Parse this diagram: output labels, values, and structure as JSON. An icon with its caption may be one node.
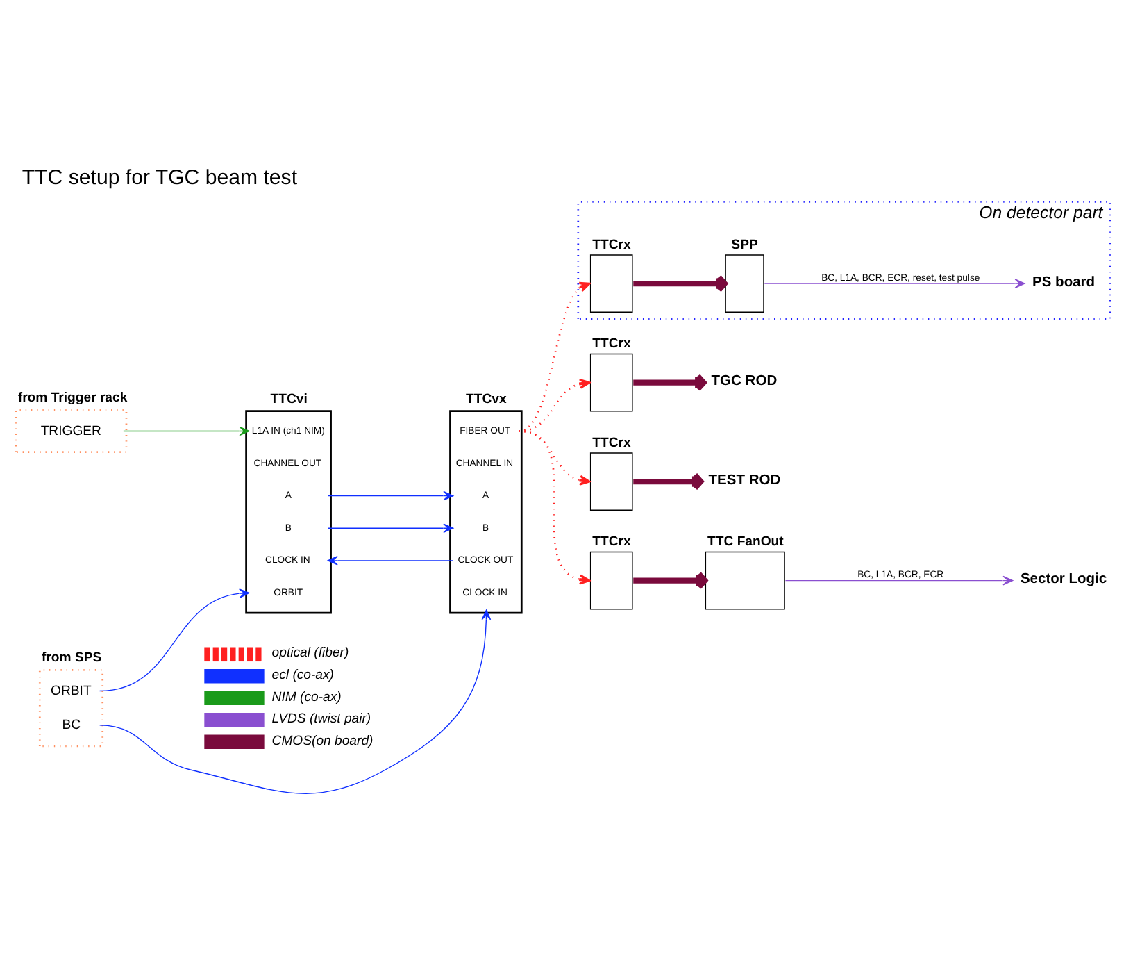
{
  "diagram": {
    "title": "TTC setup for TGC beam test",
    "nodes": [
      {
        "text": [
          "On detector part"
        ]
      },
      {
        "text": [
          "TTCrx"
        ],
        "in": 0
      },
      {
        "text": [
          "SPP"
        ],
        "in": 0
      },
      {
        "text": [
          "PS board"
        ],
        "in": 0
      },
      {
        "text": [
          "from Trigger rack",
          "TRIGGER"
        ]
      },
      {
        "text": [
          "TTCvi",
          "L1A IN (ch1 NIM)",
          "CHANNEL OUT",
          "A",
          "B",
          "CLOCK IN",
          "ORBIT"
        ]
      },
      {
        "text": [
          "TTCvx",
          "FIBER OUT",
          "CHANNEL IN",
          "A",
          "B",
          "CLOCK OUT",
          "CLOCK IN"
        ]
      },
      {
        "text": [
          "from SPS",
          "ORBIT",
          "BC"
        ]
      },
      {
        "text": [
          "TTCrx"
        ]
      },
      {
        "text": [
          "TGC ROD"
        ]
      },
      {
        "text": [
          "TTCrx"
        ]
      },
      {
        "text": [
          "TEST ROD"
        ]
      },
      {
        "text": [
          "TTCrx"
        ]
      },
      {
        "text": [
          "TTC FanOut"
        ]
      },
      {
        "text": [
          "Sector Logic"
        ]
      }
    ],
    "edges": [
      {
        "from": 4,
        "to": 5,
        "arrow": "to",
        "color": "#1a9a1a"
      },
      {
        "from": 5,
        "to": 6,
        "arrow": "to"
      },
      {
        "from": 5,
        "to": 6,
        "arrow": "to"
      },
      {
        "from": 6,
        "to": 5,
        "arrow": "to"
      },
      {
        "from": 7,
        "to": 5,
        "arrow": "to"
      },
      {
        "from": 7,
        "to": 6,
        "arrow": "to"
      },
      {
        "from": 6,
        "to": 1,
        "arrow": "to",
        "style": "dashed",
        "color": "#ff2020"
      },
      {
        "from": 6,
        "to": 8,
        "arrow": "to",
        "style": "dashed",
        "color": "#ff2020"
      },
      {
        "from": 6,
        "to": 10,
        "arrow": "to",
        "style": "dashed",
        "color": "#ff2020"
      },
      {
        "from": 6,
        "to": 12,
        "arrow": "to",
        "style": "dashed",
        "color": "#ff2020"
      },
      {
        "from": 1,
        "to": 2,
        "arrow": "to",
        "style": "thick",
        "color": "#7a0a3c"
      },
      {
        "from": 2,
        "to": 3,
        "arrow": "to",
        "label": "BC, L1A, BCR, ECR, reset, test pulse",
        "color": "#8a4fd0"
      },
      {
        "from": 8,
        "to": 9,
        "arrow": "to",
        "style": "thick",
        "color": "#7a0a3c"
      },
      {
        "from": 10,
        "to": 11,
        "arrow": "to",
        "style": "thick",
        "color": "#7a0a3c"
      },
      {
        "from": 12,
        "to": 13,
        "arrow": "to",
        "style": "thick",
        "color": "#7a0a3c"
      },
      {
        "from": 13,
        "to": 14,
        "arrow": "to",
        "label": "BC, L1A, BCR, ECR",
        "color": "#8a4fd0"
      }
    ],
    "legend": [
      {
        "text": "optical (fiber)"
      },
      {
        "text": "ecl (co-ax)"
      },
      {
        "text": "NIM (co-ax)"
      },
      {
        "text": "LVDS (twist pair)"
      },
      {
        "text": "CMOS(on board)"
      }
    ]
  }
}
